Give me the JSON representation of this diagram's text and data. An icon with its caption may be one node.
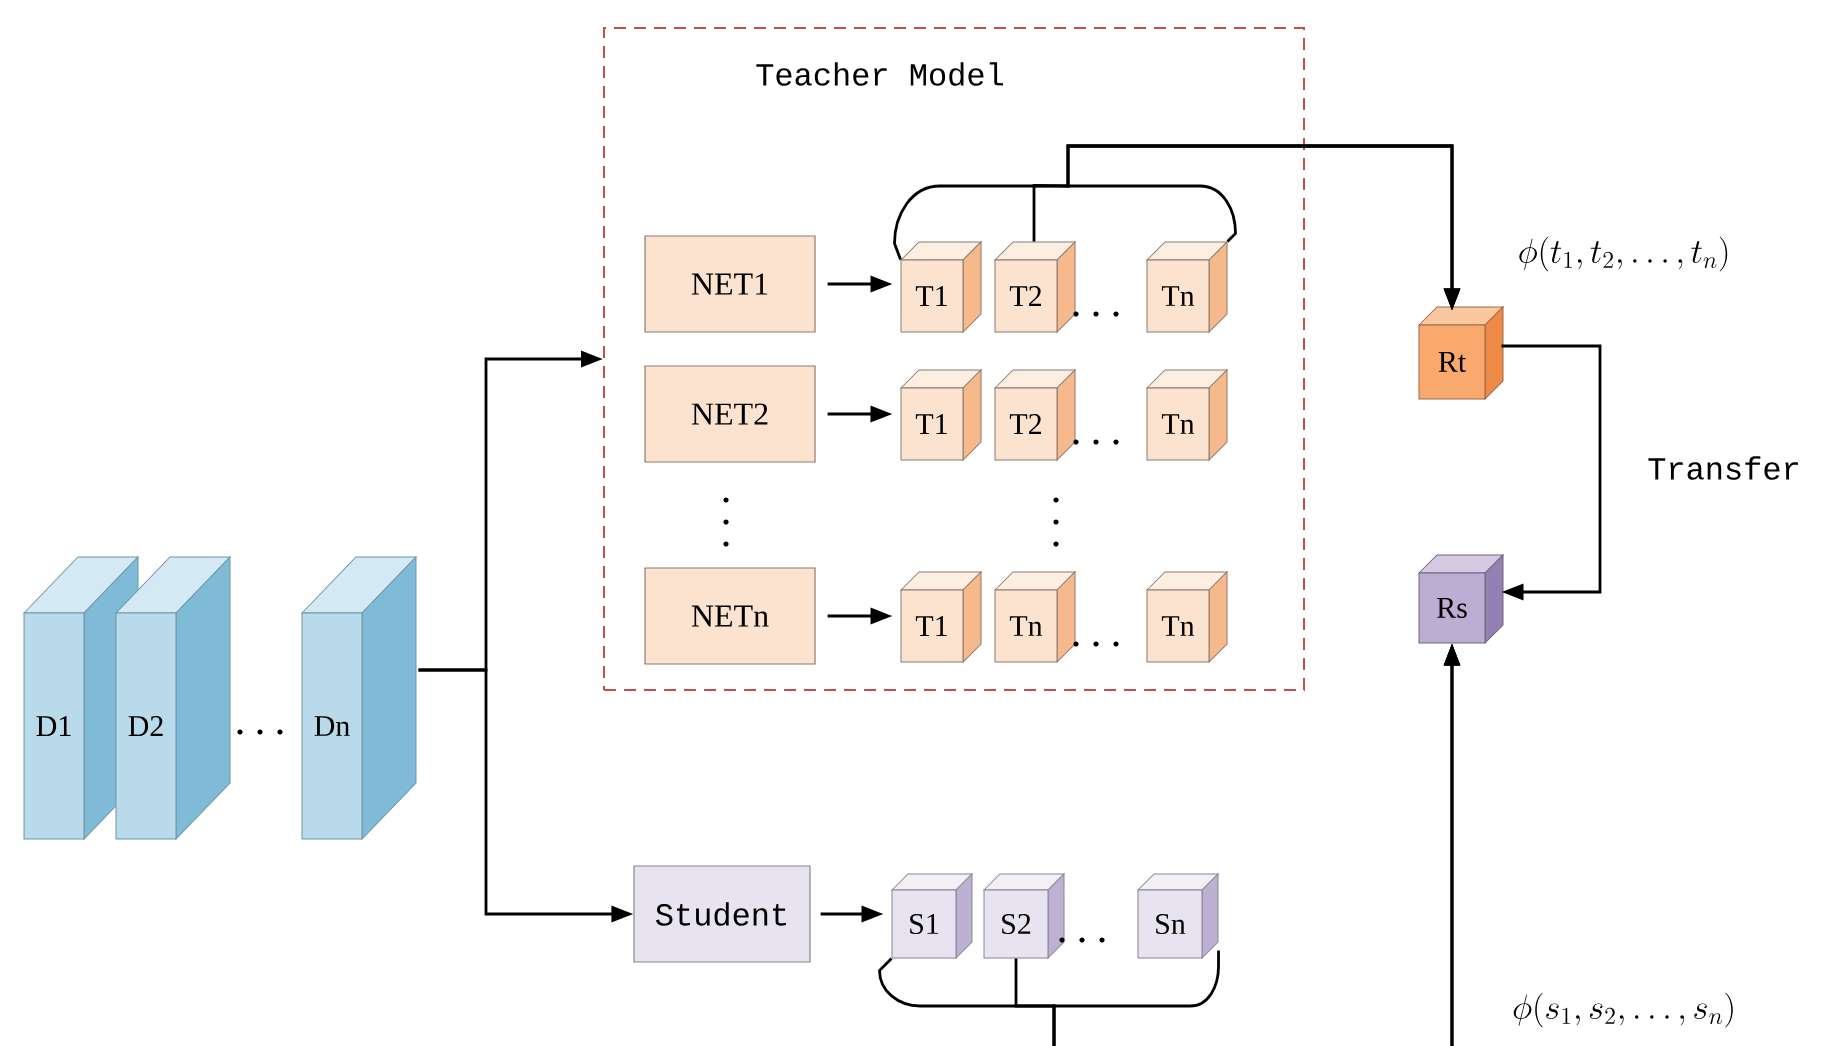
{
  "diagram": {
    "nodes": [
      {
        "text": [
          "Teacher Model"
        ]
      },
      {
        "text": [
          "NET1"
        ],
        "in": 0
      },
      {
        "text": [
          "T1"
        ],
        "in": 0
      },
      {
        "text": [
          "T2"
        ],
        "in": 0
      },
      {
        "text": [
          "Tn"
        ],
        "in": 0
      },
      {
        "text": [
          "NET2"
        ],
        "in": 0
      },
      {
        "text": [
          "T1"
        ],
        "in": 0
      },
      {
        "text": [
          "T2"
        ],
        "in": 0
      },
      {
        "text": [
          "Tn"
        ],
        "in": 0
      },
      {
        "text": [
          "NETn"
        ],
        "in": 0
      },
      {
        "text": [
          "T1"
        ],
        "in": 0
      },
      {
        "text": [
          "Tn"
        ],
        "in": 0
      },
      {
        "text": [
          "Tn"
        ],
        "in": 0
      },
      {
        "text": [
          "D1"
        ]
      },
      {
        "text": [
          "D2"
        ]
      },
      {
        "text": [
          "Dn"
        ]
      },
      {
        "text": [
          "Student"
        ]
      },
      {
        "text": [
          "S1"
        ]
      },
      {
        "text": [
          "S2"
        ]
      },
      {
        "text": [
          "Sn"
        ]
      },
      {
        "text": [
          "Rt"
        ]
      },
      {
        "text": [
          "Rs"
        ]
      }
    ],
    "edges": [
      {
        "from": 15,
        "to": 0,
        "arrow": "to"
      },
      {
        "from": 15,
        "to": 16,
        "arrow": "to"
      },
      {
        "from": 1,
        "to": 2,
        "arrow": "to"
      },
      {
        "from": 5,
        "to": 6,
        "arrow": "to"
      },
      {
        "from": 9,
        "to": 10,
        "arrow": "to"
      },
      {
        "from": 2,
        "to": 20,
        "arrow": "to"
      },
      {
        "from": 3,
        "to": 20,
        "arrow": "to"
      },
      {
        "from": 4,
        "to": 20,
        "arrow": "to"
      },
      {
        "from": 20,
        "to": 21,
        "arrow": "to",
        "label": "Transfer"
      },
      {
        "from": 16,
        "to": 17,
        "arrow": "to"
      },
      {
        "from": 17,
        "to": 21,
        "arrow": "to"
      },
      {
        "from": 18,
        "to": 21,
        "arrow": "to"
      },
      {
        "from": 19,
        "to": 21,
        "arrow": "to"
      }
    ],
    "labels": [
      "\\phi(t_1, t_2, \\ldots, t_n)",
      "\\phi(s_1, s_2, \\ldots, s_n)"
    ]
  }
}
